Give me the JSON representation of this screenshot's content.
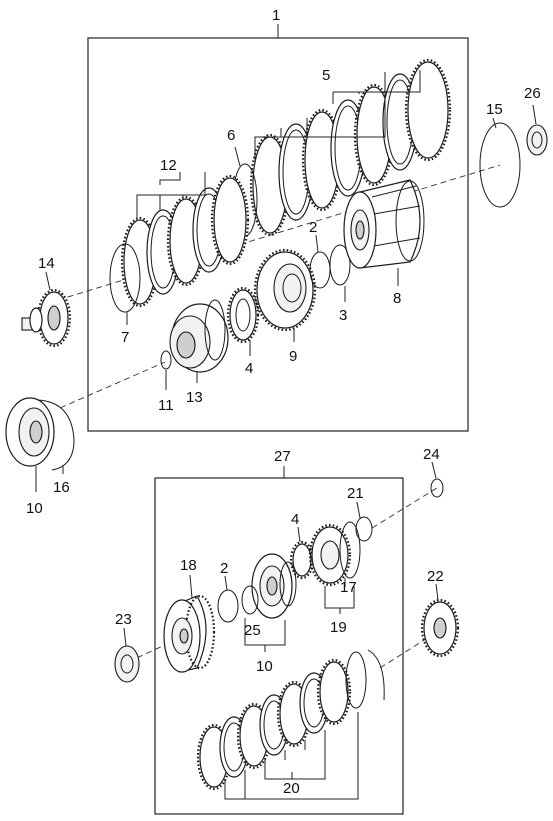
{
  "callouts": {
    "c1": "1",
    "c2a": "2",
    "c3": "3",
    "c4a": "4",
    "c5": "5",
    "c6": "6",
    "c7": "7",
    "c8": "8",
    "c9": "9",
    "c10a": "10",
    "c11": "11",
    "c12": "12",
    "c13": "13",
    "c14": "14",
    "c15": "15",
    "c16": "16",
    "c26": "26",
    "c27": "27",
    "c24": "24",
    "c21": "21",
    "c4b": "4",
    "c18": "18",
    "c2b": "2",
    "c17": "17",
    "c22": "22",
    "c23": "23",
    "c25": "25",
    "c19": "19",
    "c10b": "10",
    "c20": "20"
  },
  "colors": {
    "line": "#1a1a1a",
    "background": "#ffffff"
  }
}
